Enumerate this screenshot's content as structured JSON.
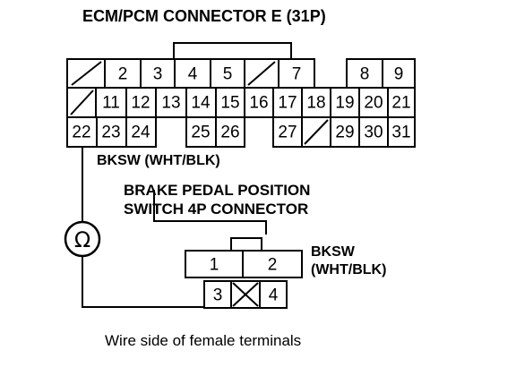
{
  "title": "ECM/PCM CONNECTOR E (31P)",
  "ecm_connector": {
    "rows": [
      [
        "",
        "2",
        "3",
        "4",
        "5",
        "",
        "7",
        "8",
        "9"
      ],
      [
        "",
        "11",
        "12",
        "13",
        "14",
        "15",
        "16",
        "17",
        "18",
        "19",
        "20",
        "21"
      ],
      [
        "22",
        "23",
        "24",
        "25",
        "26",
        "27",
        "",
        "29",
        "30",
        "31"
      ]
    ],
    "wire_label": "BKSW (WHT/BLK)"
  },
  "switch_connector": {
    "title_line1": "BRAKE PEDAL POSITION",
    "title_line2": "SWITCH 4P CONNECTOR",
    "pins": [
      "1",
      "2",
      "3",
      "",
      "4"
    ],
    "wire_label_line1": "BKSW",
    "wire_label_line2": "(WHT/BLK)"
  },
  "meter_symbol": "Ω",
  "caption": "Wire side of female terminals"
}
